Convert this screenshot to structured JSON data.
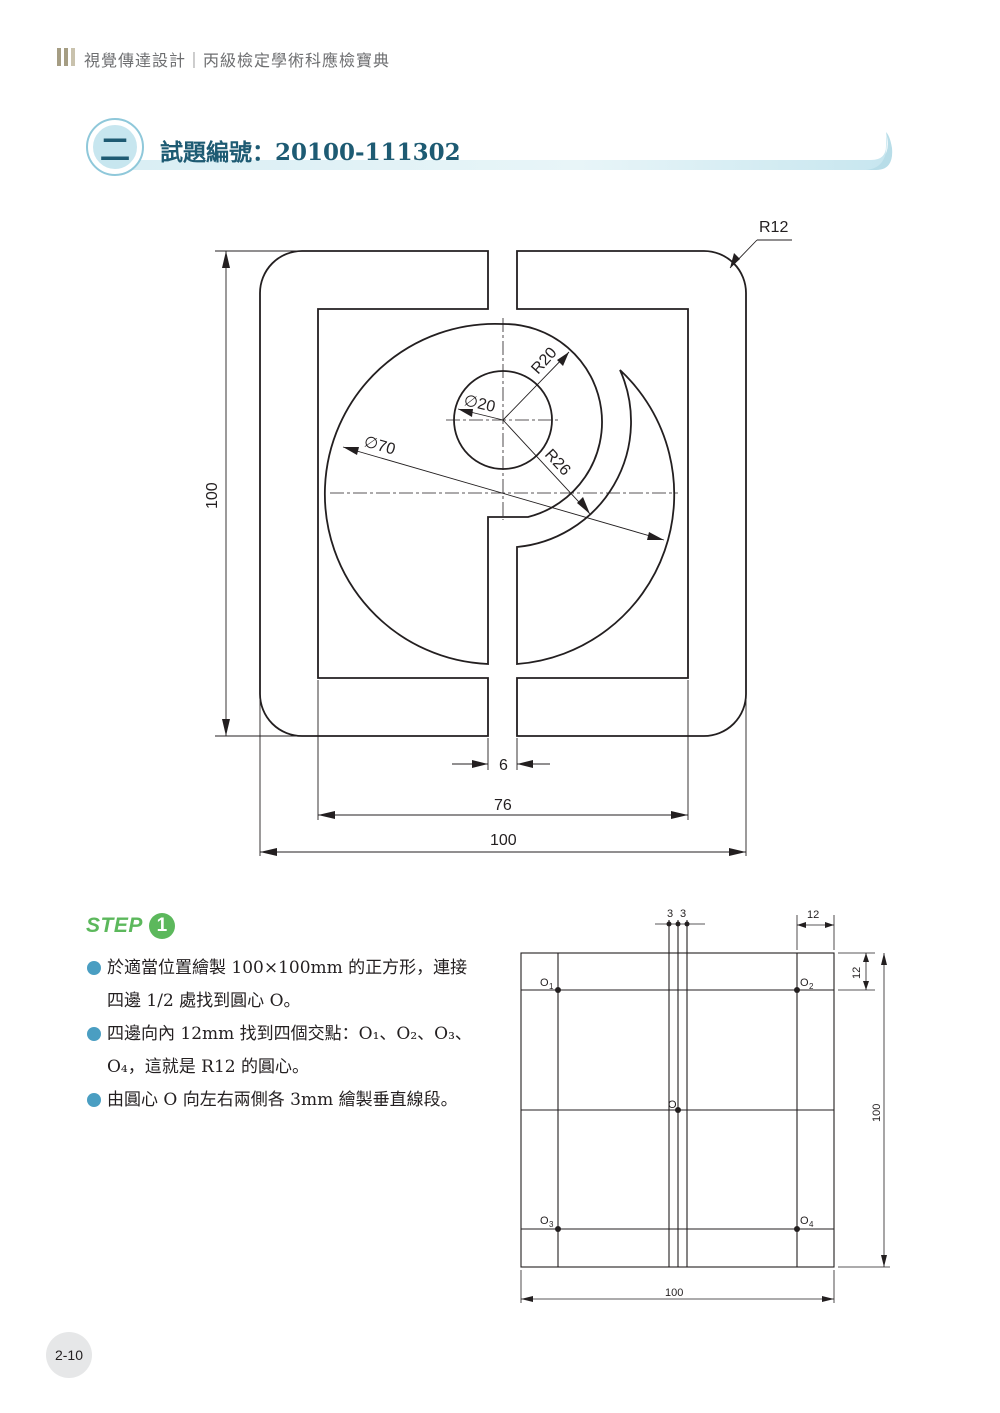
{
  "header": {
    "running_title": "視覺傳達設計｜丙級檢定學術科應檢寶典",
    "bar_colors": [
      "#a59d83",
      "#a59d83",
      "#c9c2ad"
    ]
  },
  "section": {
    "number_glyph": "二",
    "title": "試題編號：20100-111302",
    "accent_color": "#1e5b73",
    "banner_color": "#c7e6ef"
  },
  "drawing": {
    "dims": {
      "r12": "R12",
      "r20": "R20",
      "d20": "∅20",
      "d70": "∅70",
      "r26": "R26",
      "height_100": "100",
      "gap_6": "6",
      "inner_76": "76",
      "outer_100": "100"
    }
  },
  "step": {
    "word": "STEP",
    "number": "1",
    "color": "#5cb85c",
    "bullet_color": "#4a9ec2",
    "bullets": [
      "於適當位置繪製 100×100mm 的正方形，連接四邊 1/2 處找到圓心 O。",
      "四邊向內 12mm 找到四個交點：O₁、O₂、O₃、O₄，這就是 R12 的圓心。",
      "由圓心 O 向左右兩側各 3mm 繪製垂直線段。"
    ]
  },
  "construction": {
    "labels": {
      "three_a": "3",
      "three_b": "3",
      "twelve_top": "12",
      "twelve_side": "12",
      "hundred_side": "100",
      "hundred_bottom": "100",
      "o": "O",
      "o1": "O",
      "o1_sub": "1",
      "o2": "O",
      "o2_sub": "2",
      "o3": "O",
      "o3_sub": "3",
      "o4": "O",
      "o4_sub": "4"
    }
  },
  "footer": {
    "page_number": "2-10"
  }
}
